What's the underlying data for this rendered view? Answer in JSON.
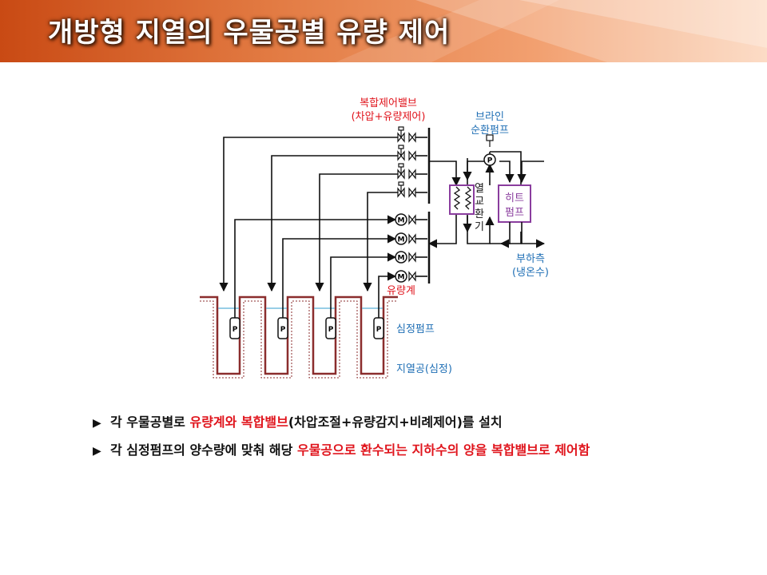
{
  "header": {
    "title": "개방형 지열의 우물공별 유량 제어",
    "band_colors": [
      "#c94a14",
      "#f2a070",
      "#fde7d6"
    ]
  },
  "diagram": {
    "labels": {
      "valve_line1": "복합제어밸브",
      "valve_line2": "(차압+유량제어)",
      "brine_line1": "브라인",
      "brine_line2": "순환펌프",
      "hx_chars": [
        "열",
        "교",
        "환",
        "기"
      ],
      "heatpump_line1": "히트",
      "heatpump_line2": "펌프",
      "load_line1": "부하측",
      "load_line2": "(냉온수)",
      "flowmeter": "유량계",
      "well_pump": "심정펌프",
      "borehole": "지열공(심정)",
      "pump_symbol": "P",
      "meter_symbol": "M"
    },
    "colors": {
      "red_label": "#e0141c",
      "blue_label": "#1f6fb5",
      "purple_box": "#8a3d9e",
      "ground": "#8b2d2d",
      "water": "#5bb0d8",
      "line": "#111111"
    }
  },
  "bullets": [
    {
      "marker": "▶",
      "segments": [
        {
          "text": "각 우물공별로 ",
          "hl": false
        },
        {
          "text": "유량계와 복합밸브",
          "hl": true
        },
        {
          "text": "(차압조절+유량감지+비례제어)를 설치",
          "hl": false
        }
      ]
    },
    {
      "marker": "▶",
      "segments": [
        {
          "text": "각 심정펌프의 양수량에 맞춰 해당 ",
          "hl": false
        },
        {
          "text": "우물공으로 환수되는 지하수의 양을 복합밸브로 제어함",
          "hl": true
        }
      ]
    }
  ]
}
